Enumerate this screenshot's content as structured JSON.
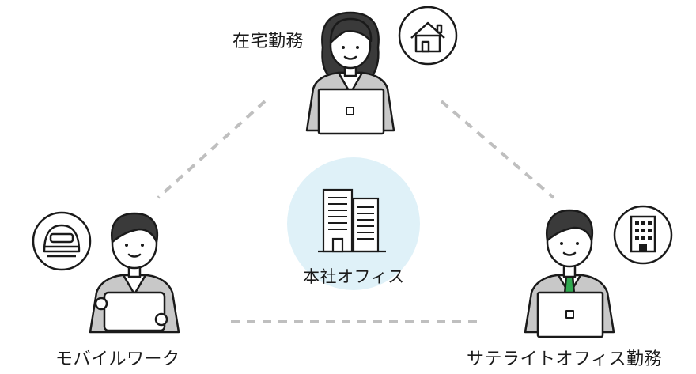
{
  "labels": {
    "home": "在宅勤務",
    "headquarters": "本社オフィス",
    "mobile": "モバイルワーク",
    "satellite": "サテライトオフィス勤務"
  },
  "icons": {
    "home": "house-icon",
    "headquarters": "office-building-icon",
    "mobile": "train-icon",
    "satellite": "building-icon"
  },
  "colors": {
    "line": "#bfbfbf",
    "hq_circle": "#dff1f8",
    "outline": "#1a1a1a",
    "suit": "#c8c8c8",
    "tie": "#2fa84f"
  }
}
